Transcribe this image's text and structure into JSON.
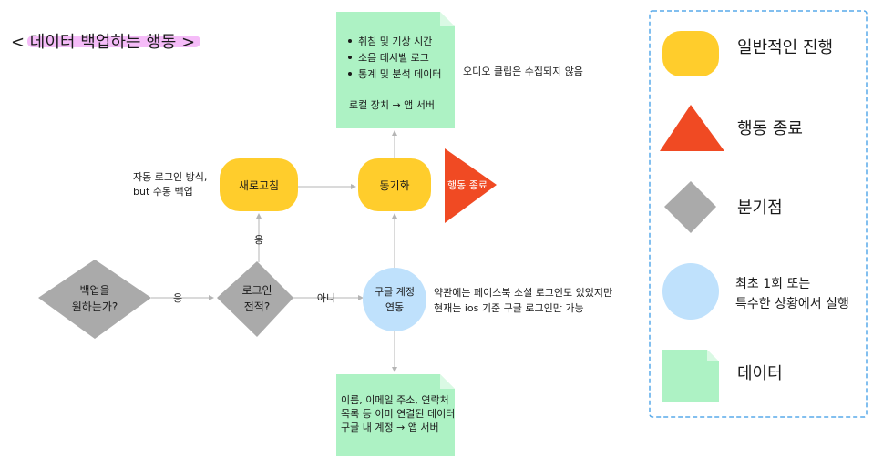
{
  "title": "< 데이터 백업하는 행동 >",
  "colors": {
    "progress": "#ffcd2c",
    "end": "#f04a23",
    "branch": "#aaaaaa",
    "special": "#bfe1fc",
    "data": "#adf2c4",
    "title_highlight": "#f2a6f5",
    "legend_border": "#58aaea"
  },
  "nodes": {
    "want_backup": {
      "line1": "백업을",
      "line2": "원하는가?"
    },
    "login_before": {
      "line1": "로그인",
      "line2": "전적?"
    },
    "google_link": {
      "line1": "구글 계정",
      "line2": "연동"
    },
    "relogin": {
      "label": "새로고침"
    },
    "sync": {
      "label": "동기화"
    },
    "end": {
      "label": "행동 종료"
    }
  },
  "edge_labels": {
    "yes_1": "응",
    "no_1": "아니",
    "yes_2": "응"
  },
  "notes": {
    "relogin_line1": "자동 로그인 방식,",
    "relogin_line2": "but 수동 백업",
    "audio": "오디오 클립은 수집되지 않음",
    "terms_line1": "약관에는 페이스북 소셜 로그인도 있었지만",
    "terms_line2": "현재는 ios 기준 구글 로그인만 가능"
  },
  "data_top": {
    "bullets": [
      "취침 및 기상 시간",
      "소음 데시벨 로그",
      "통계 및 분석 데이터"
    ],
    "footer": "로컬 장치 → 앱 서버"
  },
  "data_bottom": {
    "line1": "이름, 이메일 주소, 연락처",
    "line2": "목록 등 이미 연결된 데이터",
    "line3": "구글 내 계정 → 앱 서버"
  },
  "legend": {
    "progress": "일반적인 진행",
    "end": "행동 종료",
    "branch": "분기점",
    "special_line1": "최초 1회 또는",
    "special_line2": "특수한 상황에서 실행",
    "data": "데이터"
  }
}
